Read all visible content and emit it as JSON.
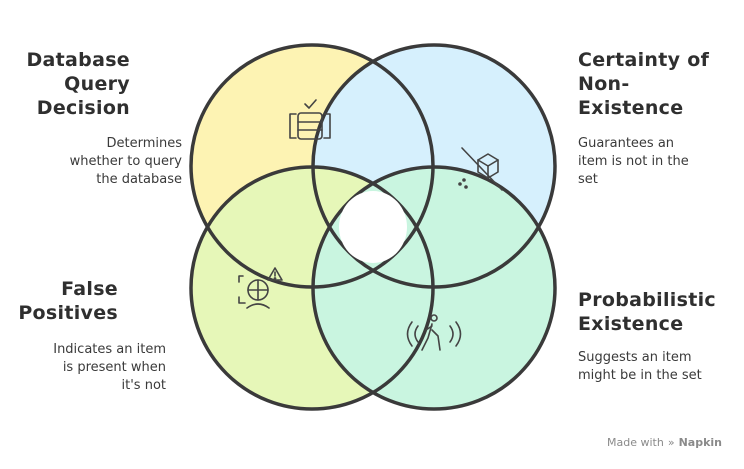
{
  "quadrants": [
    {
      "id": "db",
      "title": "Database\nQuery\nDecision",
      "description": "Determines\nwhether to query\nthe database",
      "color": "#fdf3b3",
      "icon": "database-check-icon"
    },
    {
      "id": "certainty",
      "title": "Certainty of\nNon-\nExistence",
      "description": "Guarantees an\nitem is not in the\nset",
      "color": "#d6f0fd",
      "icon": "cube-crossed-icon"
    },
    {
      "id": "false",
      "title": "False\nPositives",
      "description": "Indicates an item\nis present when\nit's not",
      "color": "#e6f7b8",
      "icon": "globe-alert-icon"
    },
    {
      "id": "prob",
      "title": "Probabilistic\nExistence",
      "description": "Suggests an item\nmight be in the set",
      "color": "#c9f5e0",
      "icon": "person-signal-icon"
    }
  ],
  "footer": {
    "text": "Made with",
    "brand": "Napkin"
  }
}
